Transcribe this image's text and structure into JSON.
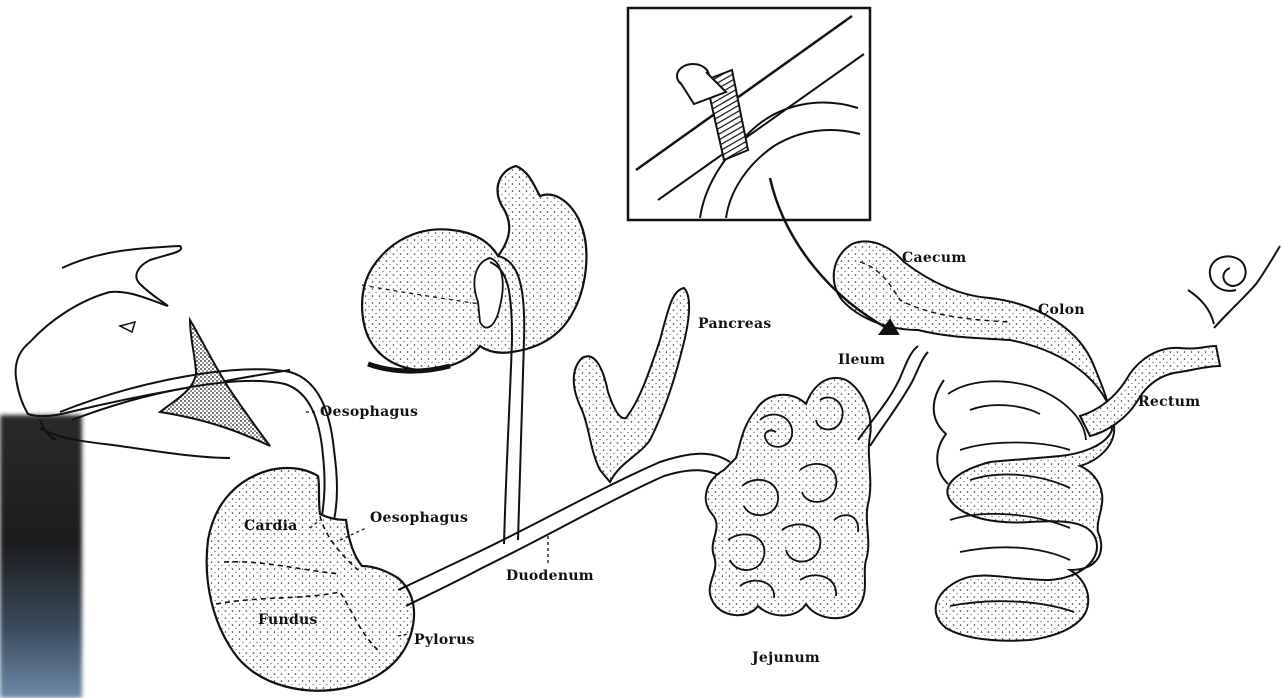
{
  "labels": {
    "oesophagus_upper": "Oesophagus",
    "oesophagus_lower": "Oesophagus",
    "cardia": "Cardia",
    "fundus": "Fundus",
    "pylorus": "Pylorus",
    "duodenum": "Duodenum",
    "pancreas": "Pancreas",
    "jejunum": "Jejunum",
    "ileum": "Ileum",
    "caecum": "Caecum",
    "colon": "Colon",
    "rectum": "Rectum"
  },
  "colors": {
    "ink": "#111111",
    "stipple": "#444444",
    "paper": "#ffffff",
    "scan_edge": "#2a2a2a"
  }
}
